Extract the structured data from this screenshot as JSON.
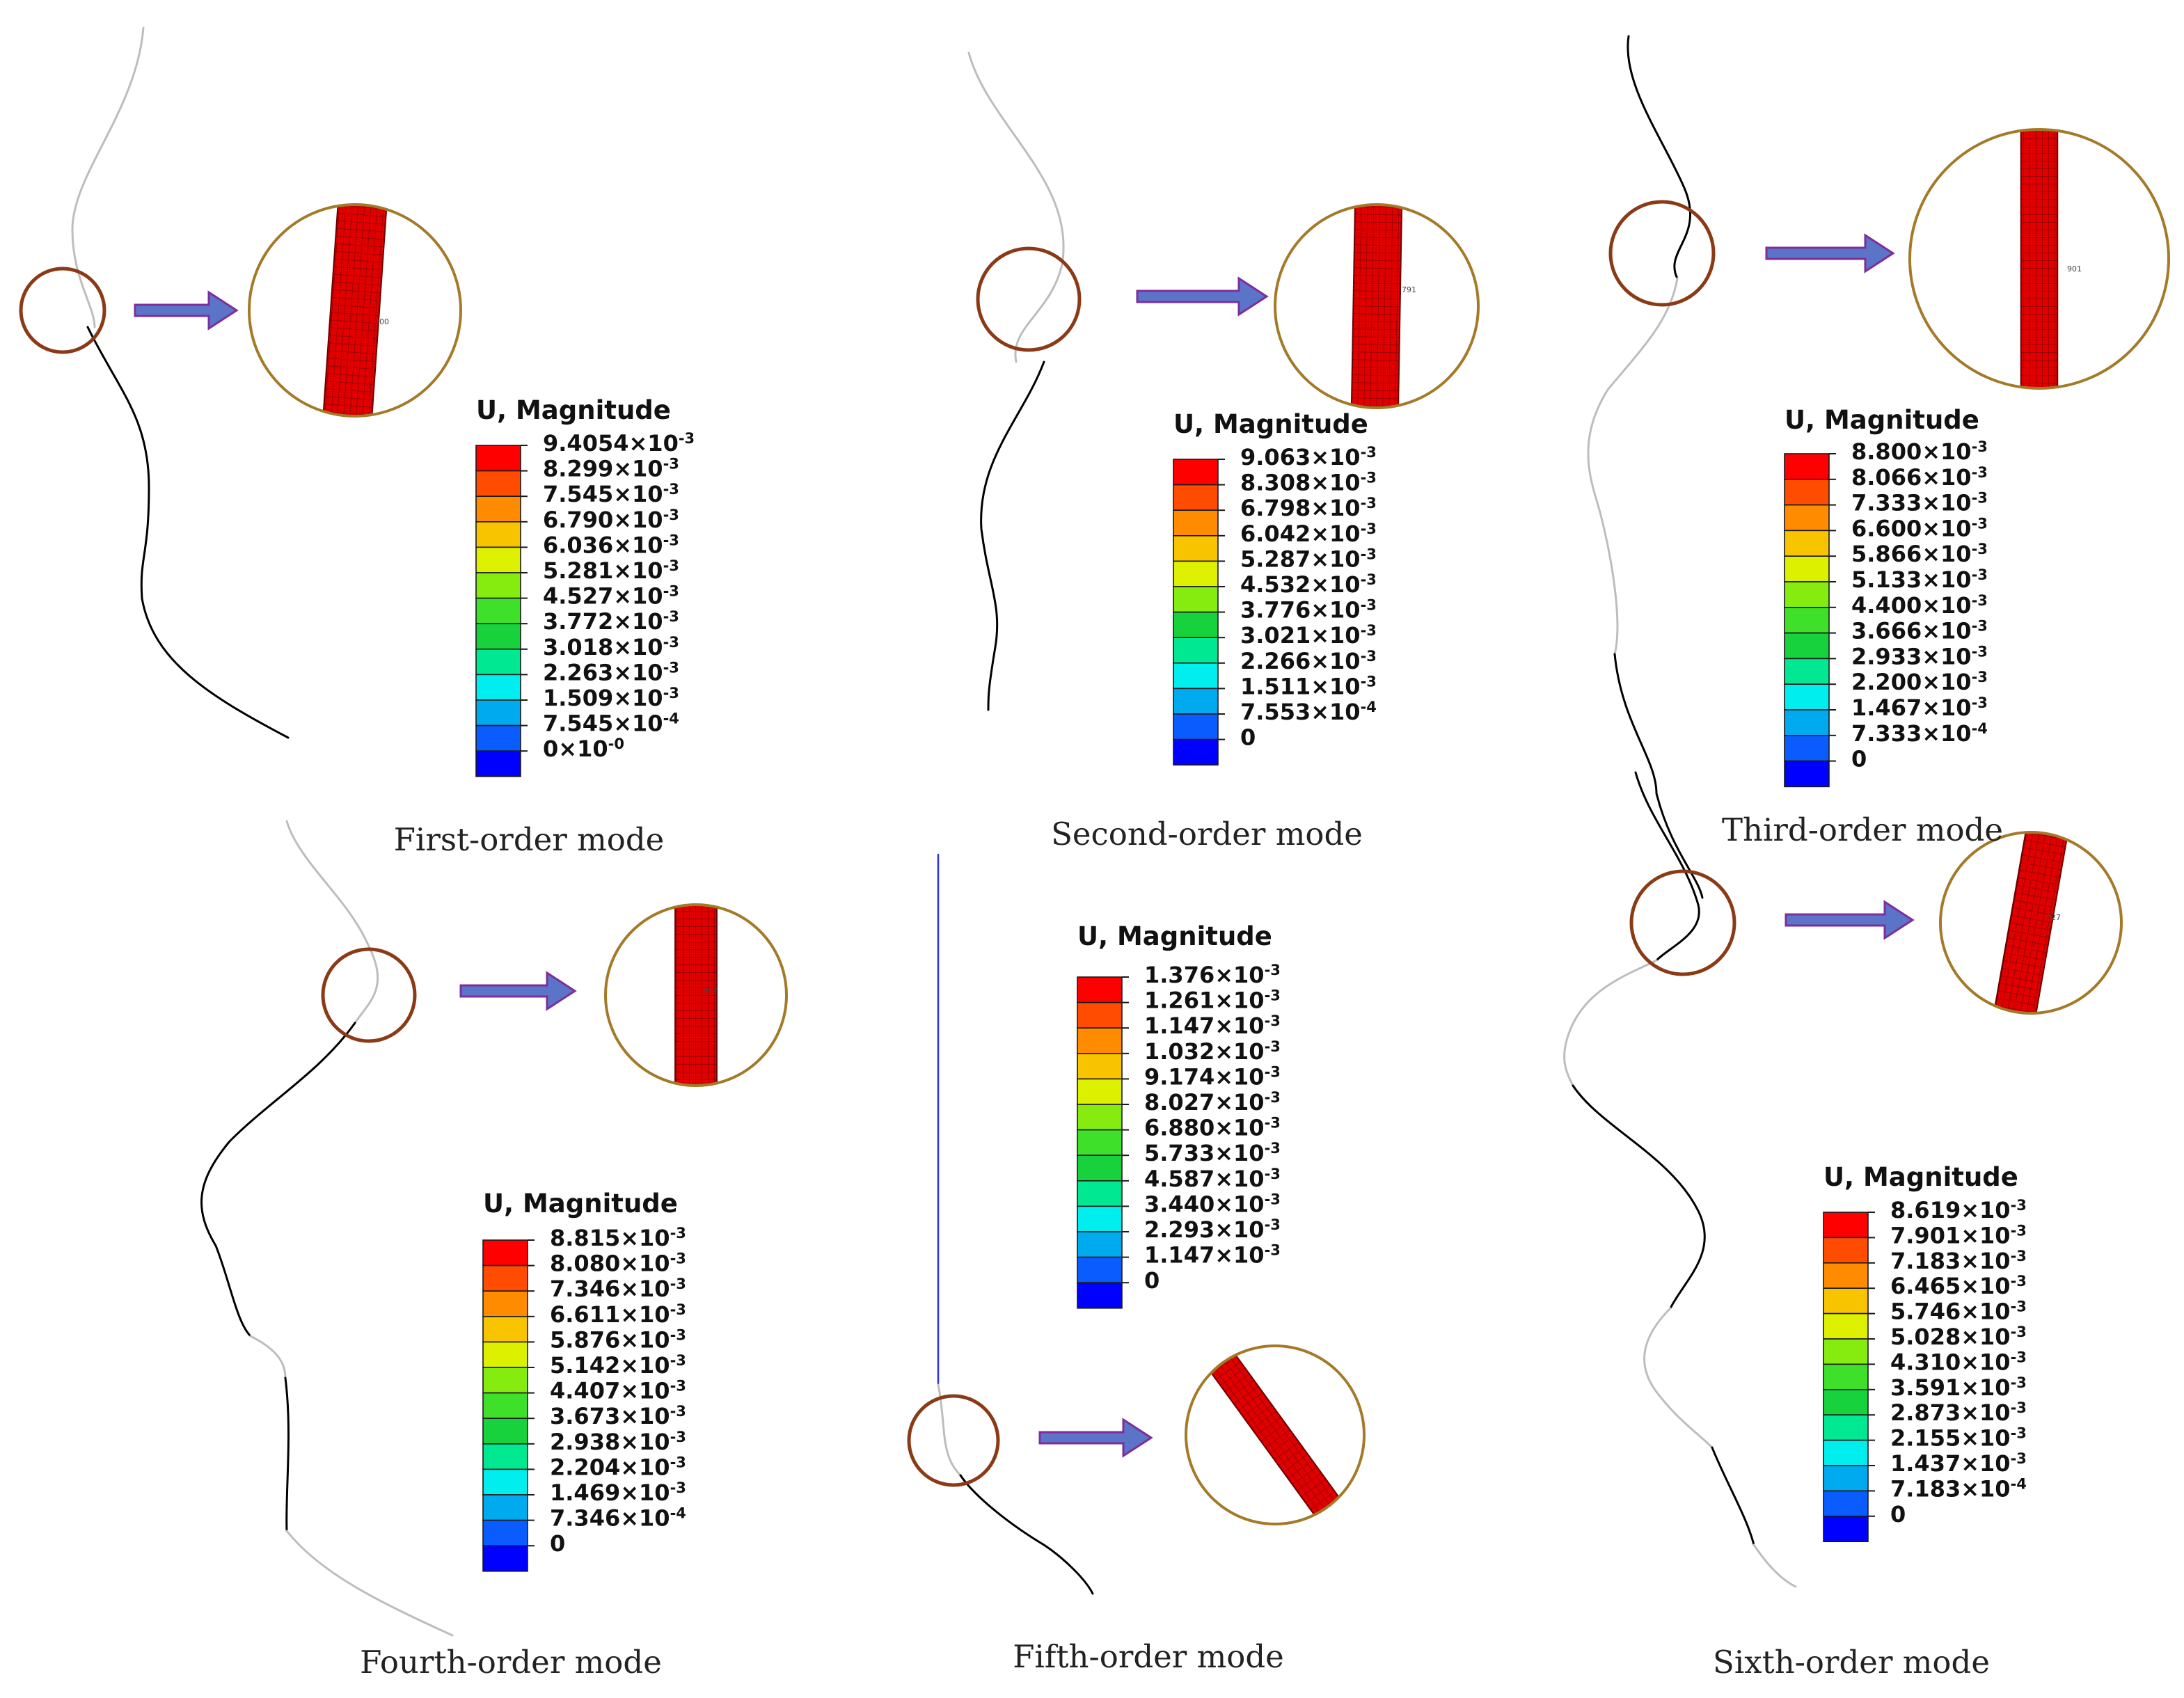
{
  "colors": {
    "palette": [
      "#0000ff",
      "#0a5cff",
      "#00aaee",
      "#00eeee",
      "#00e892",
      "#17d23c",
      "#3ee02a",
      "#86ec10",
      "#ddf000",
      "#f8c400",
      "#ff8c00",
      "#ff4c00",
      "#ff0000"
    ],
    "circle_stroke": "#8b3a16",
    "zoom_stroke": "#a37a28",
    "arrow_fill": "#5b74c8",
    "arrow_stroke": "#7d2e9c",
    "pipe_dark": "#000000",
    "pipe_light": "#bdbdbd",
    "pipe_red": "#e00000"
  },
  "panels": [
    {
      "caption": "First-order mode",
      "legend": {
        "title": "U, Magnitude",
        "labels": [
          {
            "m": "9.4054×10",
            "e": "-3"
          },
          {
            "m": "8.299×10",
            "e": "-3"
          },
          {
            "m": "7.545×10",
            "e": "-3"
          },
          {
            "m": "6.790×10",
            "e": "-3"
          },
          {
            "m": "6.036×10",
            "e": "-3"
          },
          {
            "m": "5.281×10",
            "e": "-3"
          },
          {
            "m": "4.527×10",
            "e": "-3"
          },
          {
            "m": "3.772×10",
            "e": "-3"
          },
          {
            "m": "3.018×10",
            "e": "-3"
          },
          {
            "m": "2.263×10",
            "e": "-3"
          },
          {
            "m": "1.509×10",
            "e": "-3"
          },
          {
            "m": "7.545×10",
            "e": "-4"
          },
          {
            "m": "0×10",
            "e": "-0"
          }
        ]
      },
      "zoom_node_label": "000"
    },
    {
      "caption": "Second-order mode",
      "legend": {
        "title": "U, Magnitude",
        "labels": [
          {
            "m": "9.063×10",
            "e": "-3"
          },
          {
            "m": "8.308×10",
            "e": "-3"
          },
          {
            "m": "6.798×10",
            "e": "-3"
          },
          {
            "m": "6.042×10",
            "e": "-3"
          },
          {
            "m": "5.287×10",
            "e": "-3"
          },
          {
            "m": "4.532×10",
            "e": "-3"
          },
          {
            "m": "3.776×10",
            "e": "-3"
          },
          {
            "m": "3.021×10",
            "e": "-3"
          },
          {
            "m": "2.266×10",
            "e": "-3"
          },
          {
            "m": "1.511×10",
            "e": "-3"
          },
          {
            "m": "7.553×10",
            "e": "-4"
          },
          {
            "m": "0",
            "e": ""
          }
        ]
      },
      "zoom_node_label": "791"
    },
    {
      "caption": "Third-order mode",
      "legend": {
        "title": "U, Magnitude",
        "labels": [
          {
            "m": "8.800×10",
            "e": "-3"
          },
          {
            "m": "8.066×10",
            "e": "-3"
          },
          {
            "m": "7.333×10",
            "e": "-3"
          },
          {
            "m": "6.600×10",
            "e": "-3"
          },
          {
            "m": "5.866×10",
            "e": "-3"
          },
          {
            "m": "5.133×10",
            "e": "-3"
          },
          {
            "m": "4.400×10",
            "e": "-3"
          },
          {
            "m": "3.666×10",
            "e": "-3"
          },
          {
            "m": "2.933×10",
            "e": "-3"
          },
          {
            "m": "2.200×10",
            "e": "-3"
          },
          {
            "m": "1.467×10",
            "e": "-3"
          },
          {
            "m": "7.333×10",
            "e": "-4"
          },
          {
            "m": "0",
            "e": ""
          }
        ]
      },
      "zoom_node_label": "901"
    },
    {
      "caption": "Fourth-order mode",
      "legend": {
        "title": "U, Magnitude",
        "labels": [
          {
            "m": "8.815×10",
            "e": "-3"
          },
          {
            "m": "8.080×10",
            "e": "-3"
          },
          {
            "m": "7.346×10",
            "e": "-3"
          },
          {
            "m": "6.611×10",
            "e": "-3"
          },
          {
            "m": "5.876×10",
            "e": "-3"
          },
          {
            "m": "5.142×10",
            "e": "-3"
          },
          {
            "m": "4.407×10",
            "e": "-3"
          },
          {
            "m": "3.673×10",
            "e": "-3"
          },
          {
            "m": "2.938×10",
            "e": "-3"
          },
          {
            "m": "2.204×10",
            "e": "-3"
          },
          {
            "m": "1.469×10",
            "e": "-3"
          },
          {
            "m": "7.346×10",
            "e": "-4"
          },
          {
            "m": "0",
            "e": ""
          }
        ]
      },
      "zoom_node_label": "002"
    },
    {
      "caption": "Fifth-order mode",
      "legend": {
        "title": "U, Magnitude",
        "labels": [
          {
            "m": "1.376×10",
            "e": "-3"
          },
          {
            "m": "1.261×10",
            "e": "-3"
          },
          {
            "m": "1.147×10",
            "e": "-3"
          },
          {
            "m": "1.032×10",
            "e": "-3"
          },
          {
            "m": "9.174×10",
            "e": "-3"
          },
          {
            "m": "8.027×10",
            "e": "-3"
          },
          {
            "m": "6.880×10",
            "e": "-3"
          },
          {
            "m": "5.733×10",
            "e": "-3"
          },
          {
            "m": "4.587×10",
            "e": "-3"
          },
          {
            "m": "3.440×10",
            "e": "-3"
          },
          {
            "m": "2.293×10",
            "e": "-3"
          },
          {
            "m": "1.147×10",
            "e": "-3"
          },
          {
            "m": "0",
            "e": ""
          }
        ]
      },
      "zoom_node_label": ""
    },
    {
      "caption": "Sixth-order mode",
      "legend": {
        "title": "U, Magnitude",
        "labels": [
          {
            "m": "8.619×10",
            "e": "-3"
          },
          {
            "m": "7.901×10",
            "e": "-3"
          },
          {
            "m": "7.183×10",
            "e": "-3"
          },
          {
            "m": "6.465×10",
            "e": "-3"
          },
          {
            "m": "5.746×10",
            "e": "-3"
          },
          {
            "m": "5.028×10",
            "e": "-3"
          },
          {
            "m": "4.310×10",
            "e": "-3"
          },
          {
            "m": "3.591×10",
            "e": "-3"
          },
          {
            "m": "2.873×10",
            "e": "-3"
          },
          {
            "m": "2.155×10",
            "e": "-3"
          },
          {
            "m": "1.437×10",
            "e": "-3"
          },
          {
            "m": "7.183×10",
            "e": "-4"
          },
          {
            "m": "0",
            "e": ""
          }
        ]
      },
      "zoom_node_label": "027"
    }
  ]
}
